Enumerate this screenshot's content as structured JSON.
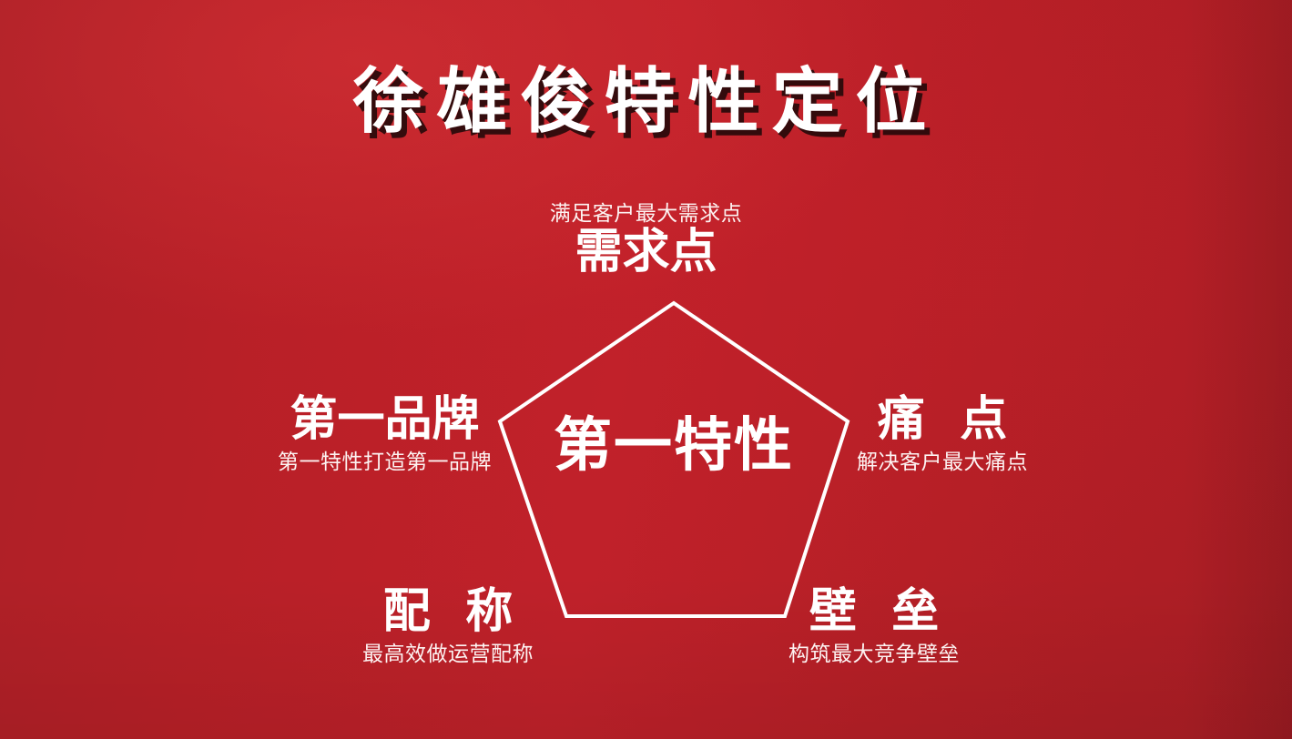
{
  "slide": {
    "title": "徐雄俊特性定位",
    "background_color": "#b82027",
    "text_color": "#ffffff",
    "center_label": "第一特性"
  },
  "diagram": {
    "shape": "pentagon",
    "stroke_color": "#ffffff",
    "stroke_width": 4,
    "nodes": [
      {
        "id": "top",
        "label": "需求点",
        "sub": "满足客户最大需求点",
        "sub_position": "above",
        "spaced": false
      },
      {
        "id": "right",
        "label": "痛 点",
        "sub": "解决客户最大痛点",
        "sub_position": "below",
        "spaced": true
      },
      {
        "id": "bottom-right",
        "label": "壁 垒",
        "sub": "构筑最大竞争壁垒",
        "sub_position": "below",
        "spaced": true
      },
      {
        "id": "bottom-left",
        "label": "配 称",
        "sub": "最高效做运营配称",
        "sub_position": "below",
        "spaced": true
      },
      {
        "id": "left",
        "label": "第一品牌",
        "sub": "第一特性打造第一品牌",
        "sub_position": "below",
        "spaced": false
      }
    ]
  }
}
